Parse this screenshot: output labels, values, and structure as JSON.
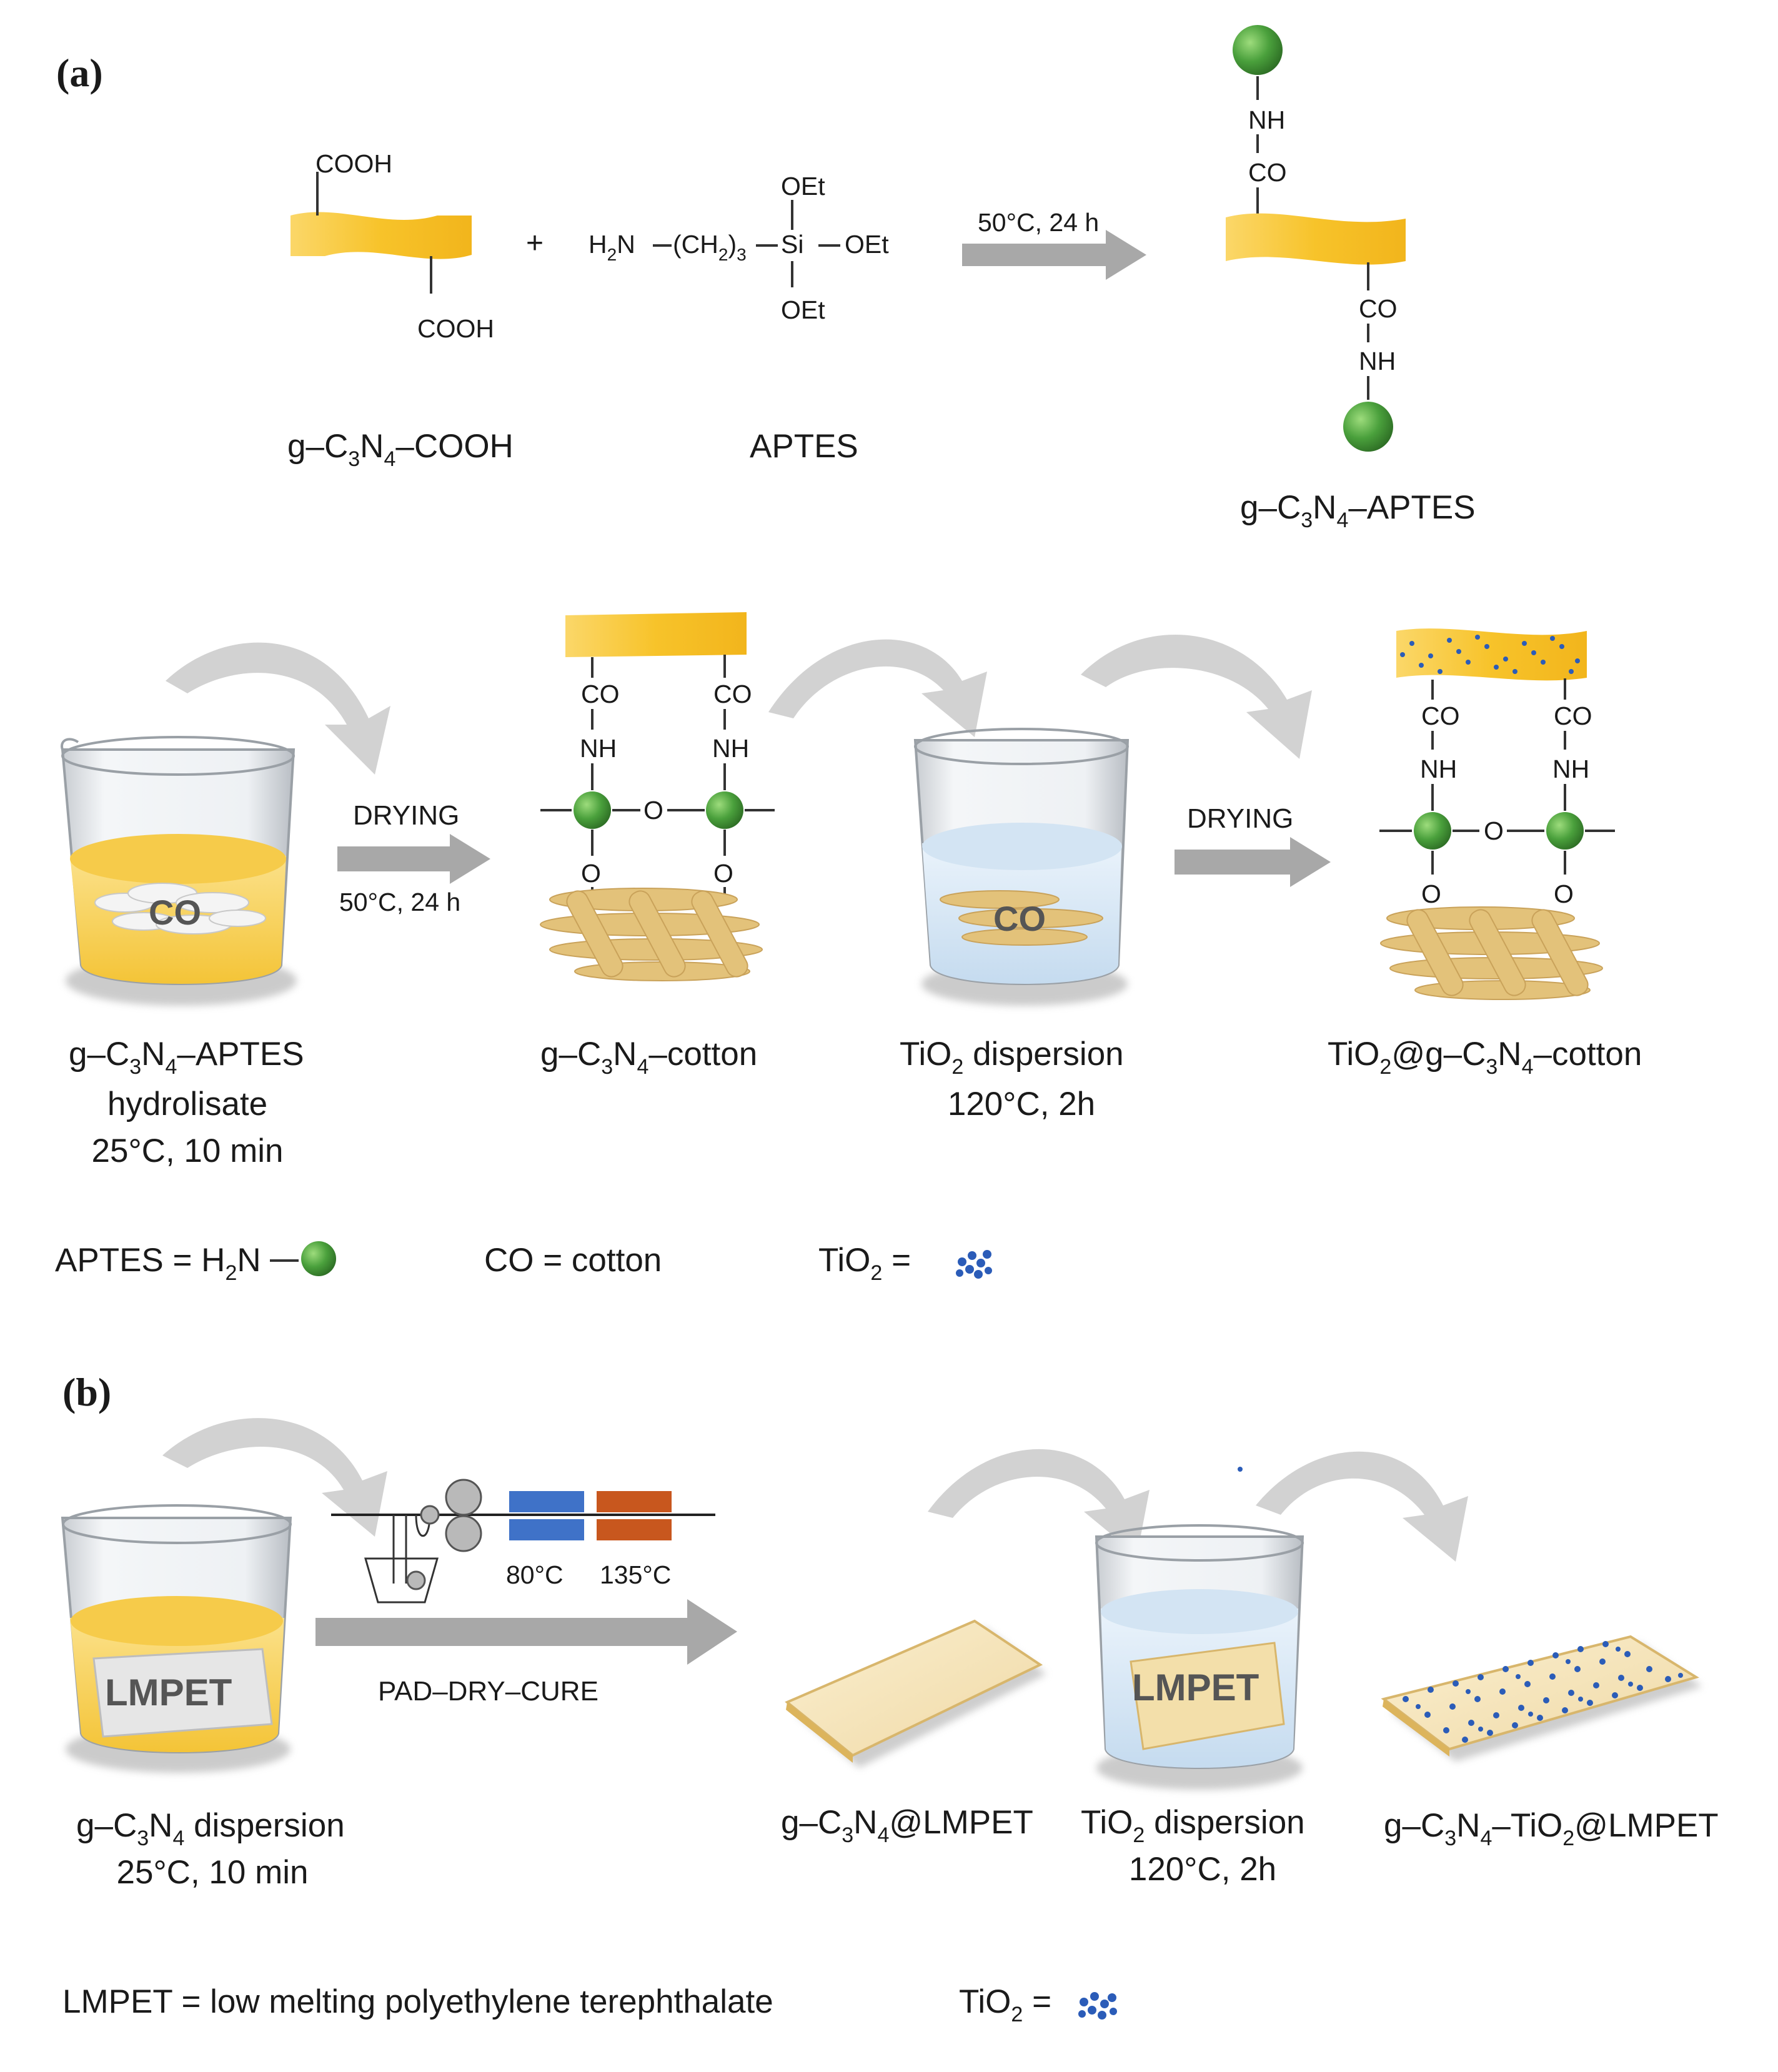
{
  "panel_a": {
    "label": "(a)",
    "reaction": {
      "cooh_top": "COOH",
      "cooh_bottom": "COOH",
      "plus": "+",
      "aptes_formula": {
        "h2n": "H",
        "h2n_sub": "2",
        "n": "N",
        "chain_a": "(CH",
        "chain_sub2": "2",
        "chain_b": ")",
        "chain_sub3": "3",
        "si": "Si",
        "oet_top": "OEt",
        "oet_right": "OEt",
        "oet_bottom": "OEt"
      },
      "arrow_condition": "50°C, 24 h",
      "product_links_top": [
        "NH",
        "CO"
      ],
      "product_links_bottom": [
        "CO",
        "NH"
      ]
    },
    "labels": {
      "gcn_cooh": {
        "a": "g–C",
        "s1": "3",
        "b": "N",
        "s2": "4",
        "c": "–COOH"
      },
      "aptes": "APTES",
      "gcn_aptes": {
        "a": "g–C",
        "s1": "3",
        "b": "N",
        "s2": "4",
        "c": "–APTES"
      }
    },
    "process": {
      "beaker1_text": "CO",
      "drying_1": "DRYING",
      "drying_1_condition": "50°C, 24 h",
      "structure_co": "CO",
      "structure_nh": "NH",
      "structure_o": "O",
      "beaker2_text": "CO",
      "drying_2": "DRYING",
      "caption_1": {
        "line1_a": "g–C",
        "line1_s1": "3",
        "line1_b": "N",
        "line1_s2": "4",
        "line1_c": "–APTES",
        "line2": "hydrolisate",
        "line3": "25°C, 10 min"
      },
      "caption_2": {
        "a": "g–C",
        "s1": "3",
        "b": "N",
        "s2": "4",
        "c": "–cotton"
      },
      "caption_3": {
        "line1_a": "TiO",
        "line1_s": "2",
        "line1_b": " dispersion",
        "line2": "120°C, 2h"
      },
      "caption_4": {
        "a": "TiO",
        "s1": "2",
        "b": "@g–C",
        "s2": "3",
        "c": "N",
        "s3": "4",
        "d": "–cotton"
      }
    },
    "legend": {
      "aptes_a": "APTES = H",
      "aptes_s": "2",
      "aptes_b": "N",
      "co": "CO = cotton",
      "tio2_a": "TiO",
      "tio2_s": "2",
      "tio2_b": " ="
    }
  },
  "panel_b": {
    "label": "(b)",
    "beaker1_text": "LMPET",
    "temp_1": "80°C",
    "temp_2": "135°C",
    "process": "PAD–DRY–CURE",
    "beaker2_text": "LMPET",
    "caption_1": {
      "line1_a": "g–C",
      "line1_s1": "3",
      "line1_b": "N",
      "line1_s2": "4",
      "line1_c": " dispersion",
      "line2": "25°C, 10 min"
    },
    "caption_2": {
      "a": "g–C",
      "s1": "3",
      "b": "N",
      "s2": "4",
      "c": "@LMPET"
    },
    "caption_3": {
      "line1_a": "TiO",
      "line1_s": "2",
      "line1_b": " dispersion",
      "line2": "120°C, 2h"
    },
    "caption_4": {
      "a": "g–C",
      "s1": "3",
      "b": "N",
      "s2": "4",
      "c": "–TiO",
      "s3": "2",
      "d": "@LMPET"
    },
    "legend": {
      "lmpet": "LMPET = low melting polyethylene terephthalate",
      "tio2_a": "TiO",
      "tio2_s": "2",
      "tio2_b": " ="
    }
  },
  "colors": {
    "gcn_ribbon": "#f7c32a",
    "aptes_sphere": "#4aa03c",
    "tio2_particle": "#2b5cb8",
    "process_arrow": "#9a9a9a",
    "cotton_fiber": "#e3c27a",
    "dryer_blue": "#3f72c8",
    "curer_orange": "#c8571e"
  }
}
